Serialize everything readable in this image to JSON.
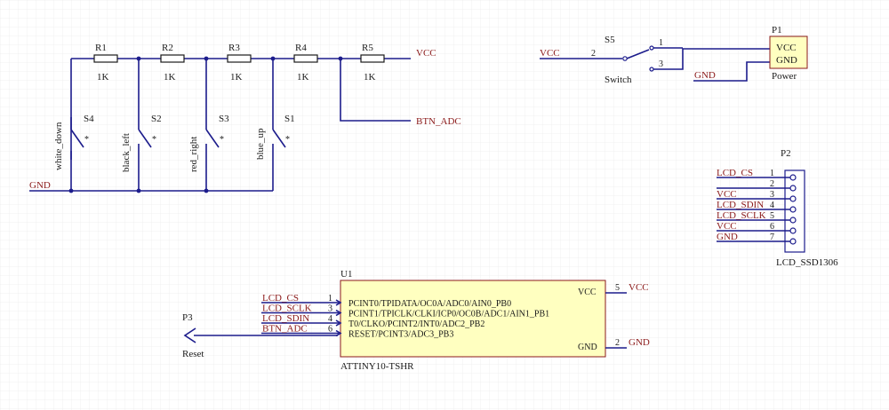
{
  "sheet": {
    "wire_color": "#1c1c8c",
    "net_label_color": "#8b1a1a",
    "part_fill": "#ffffc0",
    "grid_color": "#e6e6e6"
  },
  "resistors": [
    {
      "ref": "R1",
      "value": "1K"
    },
    {
      "ref": "R2",
      "value": "1K"
    },
    {
      "ref": "R3",
      "value": "1K"
    },
    {
      "ref": "R4",
      "value": "1K"
    },
    {
      "ref": "R5",
      "value": "1K"
    }
  ],
  "buttons": [
    {
      "ref": "S4",
      "label": "white_down",
      "mark": "*"
    },
    {
      "ref": "S2",
      "label": "black_left",
      "mark": "*"
    },
    {
      "ref": "S3",
      "label": "red_right",
      "mark": "*"
    },
    {
      "ref": "S1",
      "label": "blue_up",
      "mark": "*"
    }
  ],
  "nets": {
    "vcc_top": "VCC",
    "btn_adc": "BTN_ADC",
    "gnd_left": "GND",
    "switch_vcc": "VCC",
    "power_gnd": "GND",
    "u1_vcc": "VCC",
    "u1_gnd": "GND"
  },
  "switch_s5": {
    "ref": "S5",
    "name": "Switch",
    "pin_in": "2",
    "pin_a": "1",
    "pin_b": "3"
  },
  "power_p1": {
    "ref": "P1",
    "name": "Power",
    "pins": [
      "VCC",
      "GND"
    ]
  },
  "lcd_p2": {
    "ref": "P2",
    "name": "LCD_SSD1306",
    "rows": [
      {
        "net": "LCD_CS",
        "pin": "1"
      },
      {
        "net": "",
        "pin": "2"
      },
      {
        "net": "VCC",
        "pin": "3"
      },
      {
        "net": "LCD_SDIN",
        "pin": "4"
      },
      {
        "net": "LCD_SCLK",
        "pin": "5"
      },
      {
        "net": "VCC",
        "pin": "6"
      },
      {
        "net": "GND",
        "pin": "7"
      }
    ]
  },
  "mcu_u1": {
    "ref": "U1",
    "name": "ATTINY10-TSHR",
    "left_pins": [
      {
        "net": "LCD_CS",
        "num": "1",
        "func": "PCINT0/TPIDATA/OC0A/ADC0/AIN0_PB0"
      },
      {
        "net": "LCD_SCLK",
        "num": "3",
        "func": "PCINT1/TPICLK/CLKI/ICP0/OC0B/ADC1/AIN1_PB1"
      },
      {
        "net": "LCD_SDIN",
        "num": "4",
        "func": "T0/CLKO/PCINT2/INT0/ADC2_PB2"
      },
      {
        "net": "BTN_ADC",
        "num": "6",
        "func": "RESET/PCINT3/ADC3_PB3"
      }
    ],
    "vcc_pin": {
      "label": "VCC",
      "num": "5"
    },
    "gnd_pin": {
      "label": "GND",
      "num": "2"
    }
  },
  "reset_p3": {
    "ref": "P3",
    "name": "Reset"
  }
}
